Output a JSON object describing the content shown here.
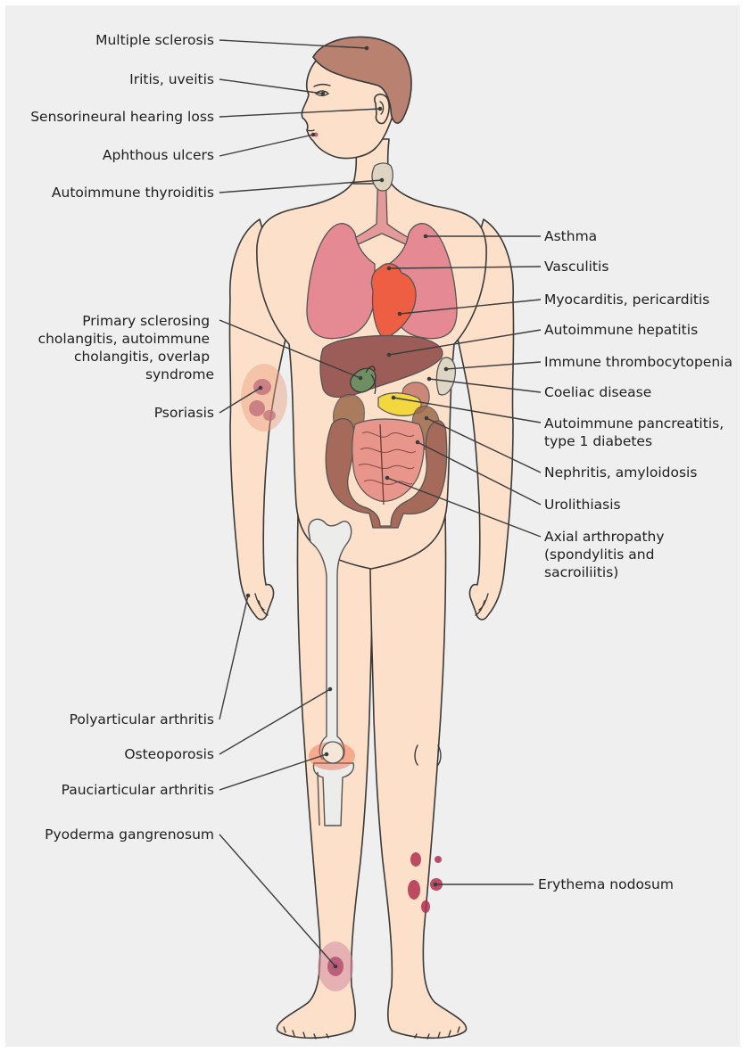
{
  "labels_left": [
    {
      "id": "multiple-sclerosis",
      "text": "Multiple sclerosis"
    },
    {
      "id": "iritis-uveitis",
      "text": "Iritis, uveitis"
    },
    {
      "id": "sensorineural-hearing-loss",
      "text": "Sensorineural hearing loss"
    },
    {
      "id": "aphthous-ulcers",
      "text": "Aphthous ulcers"
    },
    {
      "id": "autoimmune-thyroiditis",
      "text": "Autoimmune thyroiditis"
    },
    {
      "id": "primary-sclerosing-cholangitis",
      "lines": [
        "Primary sclerosing",
        "cholangitis, autoimmune",
        "cholangitis, overlap",
        "syndrome"
      ]
    },
    {
      "id": "psoriasis",
      "text": "Psoriasis"
    },
    {
      "id": "polyarticular-arthritis",
      "text": "Polyarticular arthritis"
    },
    {
      "id": "osteoporosis",
      "text": "Osteoporosis"
    },
    {
      "id": "pauciarticular-arthritis",
      "text": "Pauciarticular arthritis"
    },
    {
      "id": "pyoderma-gangrenosum",
      "text": "Pyoderma gangrenosum"
    }
  ],
  "labels_right": [
    {
      "id": "asthma",
      "text": "Asthma"
    },
    {
      "id": "vasculitis",
      "text": "Vasculitis"
    },
    {
      "id": "myocarditis-pericarditis",
      "text": "Myocarditis, pericarditis"
    },
    {
      "id": "autoimmune-hepatitis",
      "text": "Autoimmune hepatitis"
    },
    {
      "id": "immune-thrombocytopenia",
      "text": "Immune thrombocytopenia"
    },
    {
      "id": "coeliac-disease",
      "text": "Coeliac disease"
    },
    {
      "id": "autoimmune-pancreatitis",
      "lines": [
        "Autoimmune pancreatitis,",
        "type 1 diabetes"
      ]
    },
    {
      "id": "nephritis-amyloidosis",
      "text": "Nephritis, amyloidosis"
    },
    {
      "id": "urolithiasis",
      "text": "Urolithiasis"
    },
    {
      "id": "axial-arthropathy",
      "lines": [
        "Axial arthropathy",
        "(spondylitis and",
        "sacroiliitis)"
      ]
    },
    {
      "id": "erythema-nodosum",
      "text": "Erythema nodosum"
    }
  ],
  "colors": {
    "background": "#efefef",
    "skin": "#fde0c9",
    "hair": "#b98270",
    "lungs": "#e58a92",
    "heart": "#ee5e43",
    "liver": "#9c5c58",
    "stomach": "#d6cfbd",
    "pancreas": "#f2d740",
    "intestines_large": "#a66a5a",
    "intestines_small": "#e8968c",
    "bone": "#ececea",
    "lesion": "#b03050",
    "inflammation": "#ee7050",
    "leader": "#3c3c3c"
  }
}
